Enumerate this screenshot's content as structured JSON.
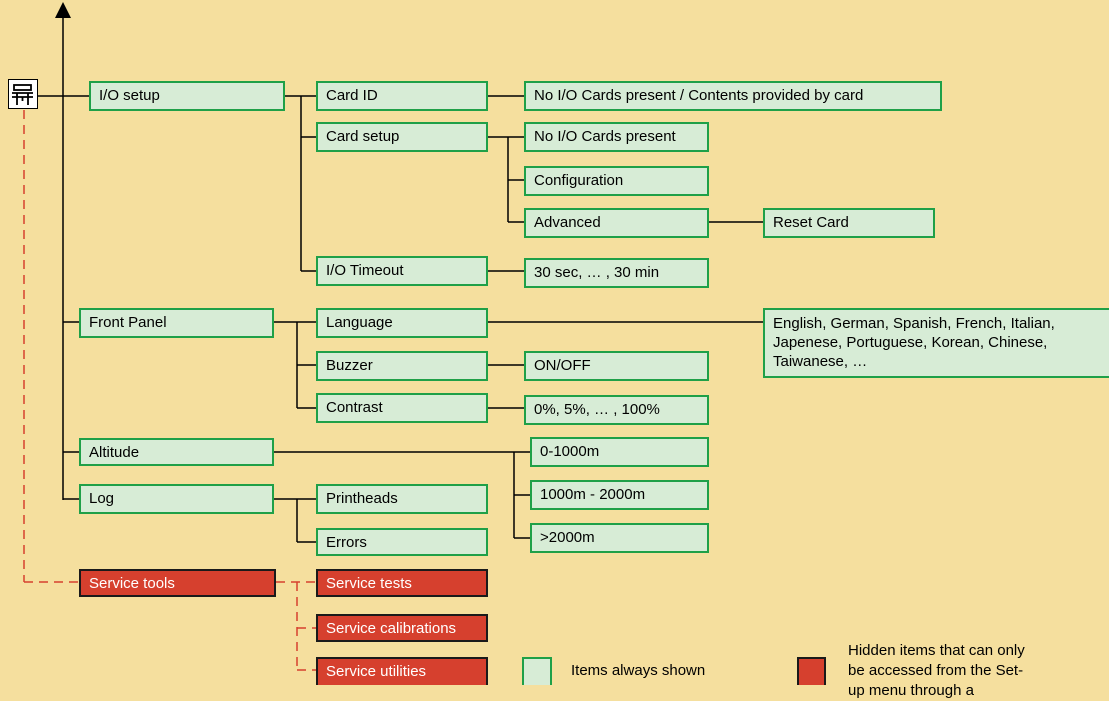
{
  "nodes": {
    "io_setup": "I/O setup",
    "card_id": "Card ID",
    "card_id_value": "No I/O Cards present / Contents provided by card",
    "card_setup": "Card setup",
    "no_cards": "No I/O Cards present",
    "configuration": "Configuration",
    "advanced": "Advanced",
    "reset_card": "Reset Card",
    "io_timeout": "I/O Timeout",
    "io_timeout_values": "30 sec, … , 30 min",
    "front_panel": "Front Panel",
    "language": "Language",
    "language_values": "English, German, Spanish, French, Italian, Japenese, Portuguese,  Korean, Chinese, Taiwanese, …",
    "buzzer": "Buzzer",
    "buzzer_values": "ON/OFF",
    "contrast": "Contrast",
    "contrast_values": "0%, 5%, … , 100%",
    "altitude": "Altitude",
    "alt_low": "0-1000m",
    "alt_mid": "1000m - 2000m",
    "alt_high": ">2000m",
    "log": "Log",
    "printheads": "Printheads",
    "errors": "Errors",
    "service_tools": "Service tools",
    "service_tests": "Service tests",
    "service_calibrations": "Service calibrations",
    "service_utilities": "Service utilities"
  },
  "legend": {
    "shown": "Items always shown",
    "hidden": "Hidden items that can only be accessed from the Set-up menu through a"
  },
  "icons": {
    "root": "plotter-icon",
    "top": "arrow-up-icon"
  },
  "colors": {
    "background": "#f5df9e",
    "shown_fill": "#d7ecd6",
    "shown_border": "#1fa048",
    "hidden_fill": "#d6402e",
    "connector": "#000000",
    "hidden_connector": "#d6402e"
  }
}
